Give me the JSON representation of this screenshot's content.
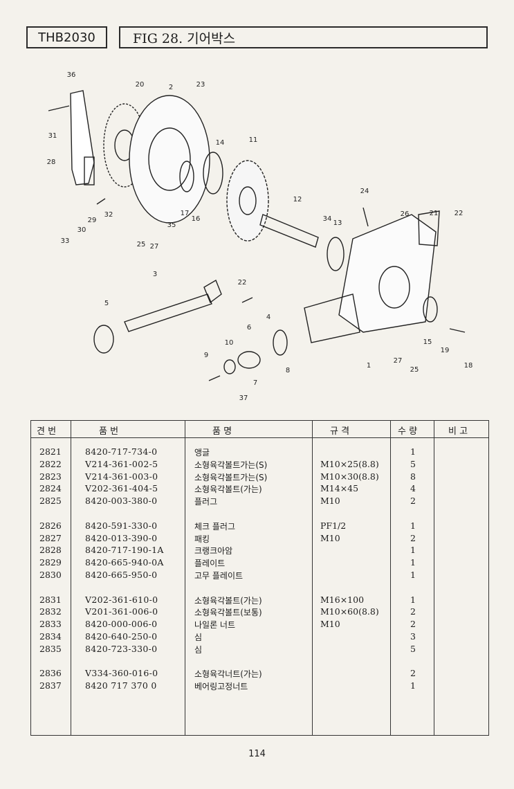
{
  "header": {
    "model": "THB2030",
    "title": "FIG 28. 기어박스"
  },
  "diagram": {
    "callouts": [
      "36",
      "20",
      "2",
      "23",
      "31",
      "14",
      "11",
      "28",
      "24",
      "12",
      "26",
      "21",
      "22",
      "32",
      "34",
      "13",
      "30",
      "29",
      "17",
      "16",
      "35",
      "33",
      "25",
      "27",
      "3",
      "22",
      "5",
      "6",
      "4",
      "10",
      "9",
      "8",
      "1",
      "27",
      "25",
      "15",
      "19",
      "18",
      "37",
      "7"
    ]
  },
  "table": {
    "headers": [
      "견 번",
      "품 번",
      "품 명",
      "규 격",
      "수 량",
      "비 고"
    ],
    "groups": [
      [
        {
          "no": "2821",
          "part": "8420-717-734-0",
          "name": "앵글",
          "spec": "",
          "qty": "1"
        },
        {
          "no": "2822",
          "part": "V214-361-002-5",
          "name": "소형육각볼트가는(S)",
          "spec": "M10×25(8.8)",
          "qty": "5"
        },
        {
          "no": "2823",
          "part": "V214-361-003-0",
          "name": "소형육각볼트가는(S)",
          "spec": "M10×30(8.8)",
          "qty": "8"
        },
        {
          "no": "2824",
          "part": "V202-361-404-5",
          "name": "소형육각볼트(가는)",
          "spec": "M14×45",
          "qty": "4"
        },
        {
          "no": "2825",
          "part": "8420-003-380-0",
          "name": "플러그",
          "spec": "M10",
          "qty": "2"
        }
      ],
      [
        {
          "no": "2826",
          "part": "8420-591-330-0",
          "name": "체크 플러그",
          "spec": "PF1/2",
          "qty": "1"
        },
        {
          "no": "2827",
          "part": "8420-013-390-0",
          "name": "패킹",
          "spec": "M10",
          "qty": "2"
        },
        {
          "no": "2828",
          "part": "8420-717-190-1A",
          "name": "크랭크아암",
          "spec": "",
          "qty": "1"
        },
        {
          "no": "2829",
          "part": "8420-665-940-0A",
          "name": "플레이트",
          "spec": "",
          "qty": "1"
        },
        {
          "no": "2830",
          "part": "8420-665-950-0",
          "name": "고무 플레이트",
          "spec": "",
          "qty": "1"
        }
      ],
      [
        {
          "no": "2831",
          "part": "V202-361-610-0",
          "name": "소형육각볼트(가는)",
          "spec": "M16×100",
          "qty": "1"
        },
        {
          "no": "2832",
          "part": "V201-361-006-0",
          "name": "소형육각볼트(보통)",
          "spec": "M10×60(8.8)",
          "qty": "2"
        },
        {
          "no": "2833",
          "part": "8420-000-006-0",
          "name": "나일론 너트",
          "spec": "M10",
          "qty": "2"
        },
        {
          "no": "2834",
          "part": "8420-640-250-0",
          "name": "심",
          "spec": "",
          "qty": "3"
        },
        {
          "no": "2835",
          "part": "8420-723-330-0",
          "name": "심",
          "spec": "",
          "qty": "5"
        }
      ],
      [
        {
          "no": "2836",
          "part": "V334-360-016-0",
          "name": "소형육각너트(가는)",
          "spec": "",
          "qty": "2"
        },
        {
          "no": "2837",
          "part": "8420 717 370 0",
          "name": "베어링고정너트",
          "spec": "",
          "qty": "1"
        }
      ]
    ]
  },
  "page_number": "114"
}
